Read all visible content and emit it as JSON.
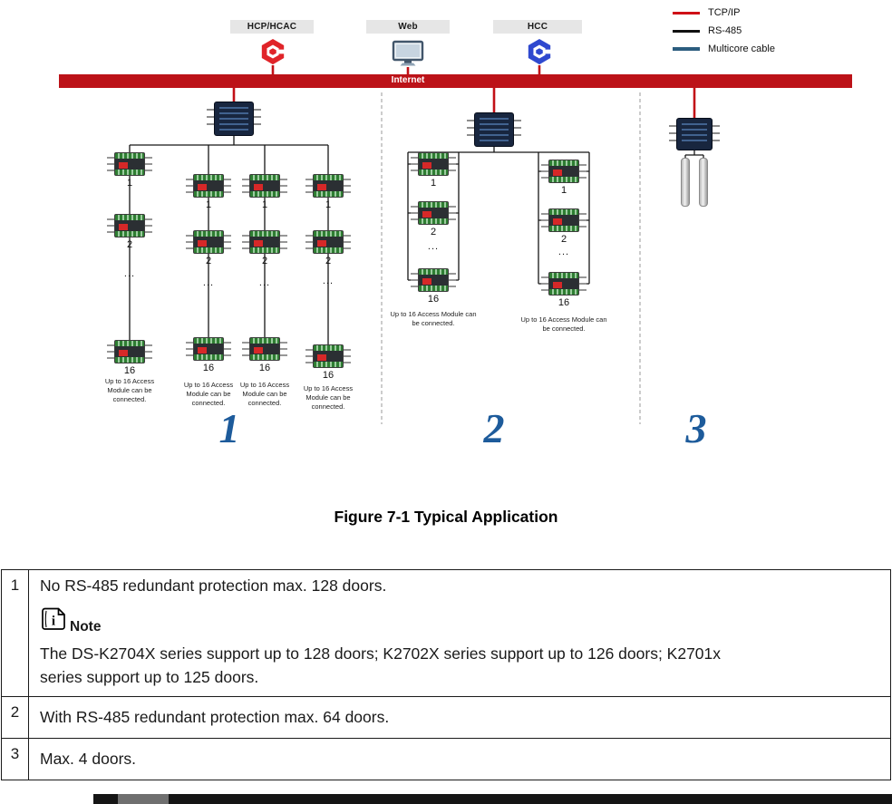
{
  "legend": {
    "items": [
      {
        "label": "TCP/IP",
        "color": "#cf1016"
      },
      {
        "label": "RS-485",
        "color": "#101010"
      },
      {
        "label": "Multicore cable",
        "color": "#2c5d7f"
      }
    ]
  },
  "header_nodes": [
    {
      "label": "HCP/HCAC",
      "icon": "hik-connect-red-logo"
    },
    {
      "label": "Web",
      "icon": "monitor"
    },
    {
      "label": "HCC",
      "icon": "hik-central-blue-logo"
    }
  ],
  "internet": {
    "label": "Internet",
    "bar_color": "#bc1218"
  },
  "diagram": {
    "section_number_color": "#1d5b9b",
    "sections": [
      {
        "number": "1",
        "columns": [
          {
            "module_labels": [
              "1",
              "2",
              "16"
            ],
            "dots": "...",
            "note": "Up to 16 Access Module can be connected."
          },
          {
            "module_labels": [
              "1",
              "2",
              "16"
            ],
            "dots": "...",
            "note": "Up to 16 Access Module can be connected."
          },
          {
            "module_labels": [
              "1",
              "2",
              "16"
            ],
            "dots": "...",
            "note": "Up to 16 Access Module can be connected."
          },
          {
            "module_labels": [
              "1",
              "2",
              "16"
            ],
            "dots": "...",
            "note": "Up to 16 Access Module can be connected."
          }
        ]
      },
      {
        "number": "2",
        "columns": [
          {
            "module_labels": [
              "1",
              "2",
              "16"
            ],
            "dots": "...",
            "note": "Up to 16 Access Module can be connected."
          },
          {
            "module_labels": [
              "1",
              "2",
              "16"
            ],
            "dots": "...",
            "note": "Up to 16 Access Module can be connected."
          }
        ]
      },
      {
        "number": "3"
      }
    ]
  },
  "caption": "Figure 7-1 Typical Application",
  "table": {
    "rows": [
      {
        "num": "1",
        "text": "No RS-485 redundant protection max. 128 doors.",
        "note": {
          "label": "Note",
          "text": "The DS-K2704X series support up to 128 doors; K2702X series support up to 126 doors; K2701x series support up to 125 doors."
        }
      },
      {
        "num": "2",
        "text": "With RS-485 redundant protection max. 64 doors."
      },
      {
        "num": "3",
        "text": "Max. 4 doors."
      }
    ]
  }
}
